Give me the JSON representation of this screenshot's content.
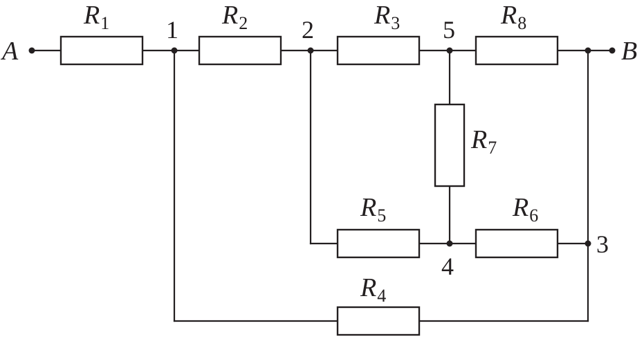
{
  "terminals": {
    "A": "A",
    "B": "B"
  },
  "nodes": {
    "n1": "1",
    "n2": "2",
    "n3": "3",
    "n4": "4",
    "n5": "5"
  },
  "resistors": {
    "R1": {
      "letter": "R",
      "sub": "1"
    },
    "R2": {
      "letter": "R",
      "sub": "2"
    },
    "R3": {
      "letter": "R",
      "sub": "3"
    },
    "R4": {
      "letter": "R",
      "sub": "4"
    },
    "R5": {
      "letter": "R",
      "sub": "5"
    },
    "R6": {
      "letter": "R",
      "sub": "6"
    },
    "R7": {
      "letter": "R",
      "sub": "7"
    },
    "R8": {
      "letter": "R",
      "sub": "8"
    }
  }
}
